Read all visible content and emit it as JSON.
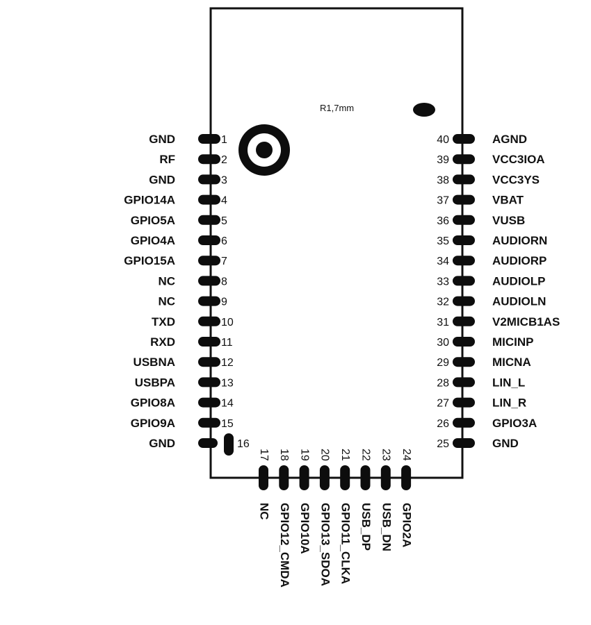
{
  "module": {
    "note": "R1,7mm"
  },
  "left_pins": [
    {
      "num": "1",
      "label": "GND"
    },
    {
      "num": "2",
      "label": "RF"
    },
    {
      "num": "3",
      "label": "GND"
    },
    {
      "num": "4",
      "label": "GPIO14A"
    },
    {
      "num": "5",
      "label": "GPIO5A"
    },
    {
      "num": "6",
      "label": "GPIO4A"
    },
    {
      "num": "7",
      "label": "GPIO15A"
    },
    {
      "num": "8",
      "label": "NC"
    },
    {
      "num": "9",
      "label": "NC"
    },
    {
      "num": "10",
      "label": "TXD"
    },
    {
      "num": "11",
      "label": "RXD"
    },
    {
      "num": "12",
      "label": "USBNA"
    },
    {
      "num": "13",
      "label": "USBPA"
    },
    {
      "num": "14",
      "label": "GPIO8A"
    },
    {
      "num": "15",
      "label": "GPIO9A"
    },
    {
      "num": "16",
      "label": "GND"
    }
  ],
  "right_pins": [
    {
      "num": "40",
      "label": "AGND"
    },
    {
      "num": "39",
      "label": "VCC3IOA"
    },
    {
      "num": "38",
      "label": "VCC3YS"
    },
    {
      "num": "37",
      "label": "VBAT"
    },
    {
      "num": "36",
      "label": "VUSB"
    },
    {
      "num": "35",
      "label": "AUDIORN"
    },
    {
      "num": "34",
      "label": "AUDIORP"
    },
    {
      "num": "33",
      "label": "AUDIOLP"
    },
    {
      "num": "32",
      "label": "AUDIOLN"
    },
    {
      "num": "31",
      "label": "V2MICB1AS"
    },
    {
      "num": "30",
      "label": "MICINP"
    },
    {
      "num": "29",
      "label": "MICNA"
    },
    {
      "num": "28",
      "label": "LIN_L"
    },
    {
      "num": "27",
      "label": "LIN_R"
    },
    {
      "num": "26",
      "label": "GPIO3A"
    },
    {
      "num": "25",
      "label": "GND"
    }
  ],
  "bottom_pins": [
    {
      "num": "17",
      "label": "NC"
    },
    {
      "num": "18",
      "label": "GPIO12_CMDA"
    },
    {
      "num": "19",
      "label": "GPIO10A"
    },
    {
      "num": "20",
      "label": "GPIO13_SDOA"
    },
    {
      "num": "21",
      "label": "GPIO11_CLKA"
    },
    {
      "num": "22",
      "label": "USB_DP"
    },
    {
      "num": "23",
      "label": "USB_DN"
    },
    {
      "num": "24",
      "label": "GPIO2A"
    }
  ]
}
